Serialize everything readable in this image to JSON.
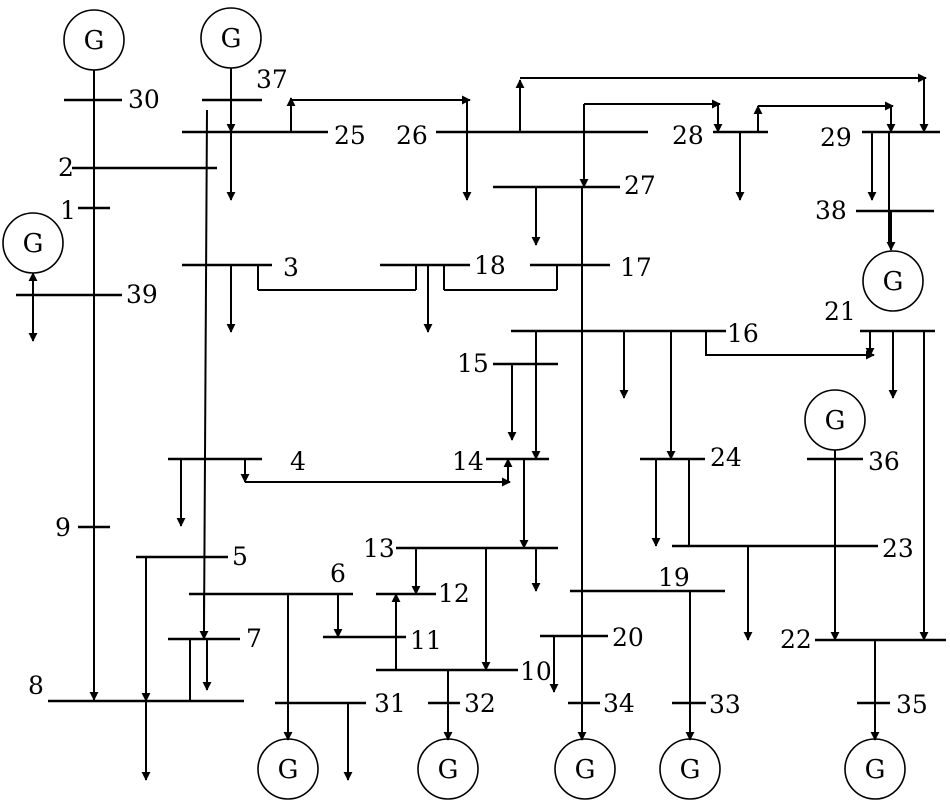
{
  "generator_label": "G",
  "bus_labels": {
    "b1": "1",
    "b2": "2",
    "b3": "3",
    "b4": "4",
    "b5": "5",
    "b6": "6",
    "b7": "7",
    "b8": "8",
    "b9": "9",
    "b10": "10",
    "b11": "11",
    "b12": "12",
    "b13": "13",
    "b14": "14",
    "b15": "15",
    "b16": "16",
    "b17": "17",
    "b18": "18",
    "b19": "19",
    "b20": "20",
    "b21": "21",
    "b22": "22",
    "b23": "23",
    "b24": "24",
    "b25": "25",
    "b26": "26",
    "b27": "27",
    "b28": "28",
    "b29": "29",
    "b30": "30",
    "b31": "31",
    "b32": "32",
    "b33": "33",
    "b34": "34",
    "b35": "35",
    "b36": "36",
    "b37": "37",
    "b38": "38",
    "b39": "39"
  }
}
